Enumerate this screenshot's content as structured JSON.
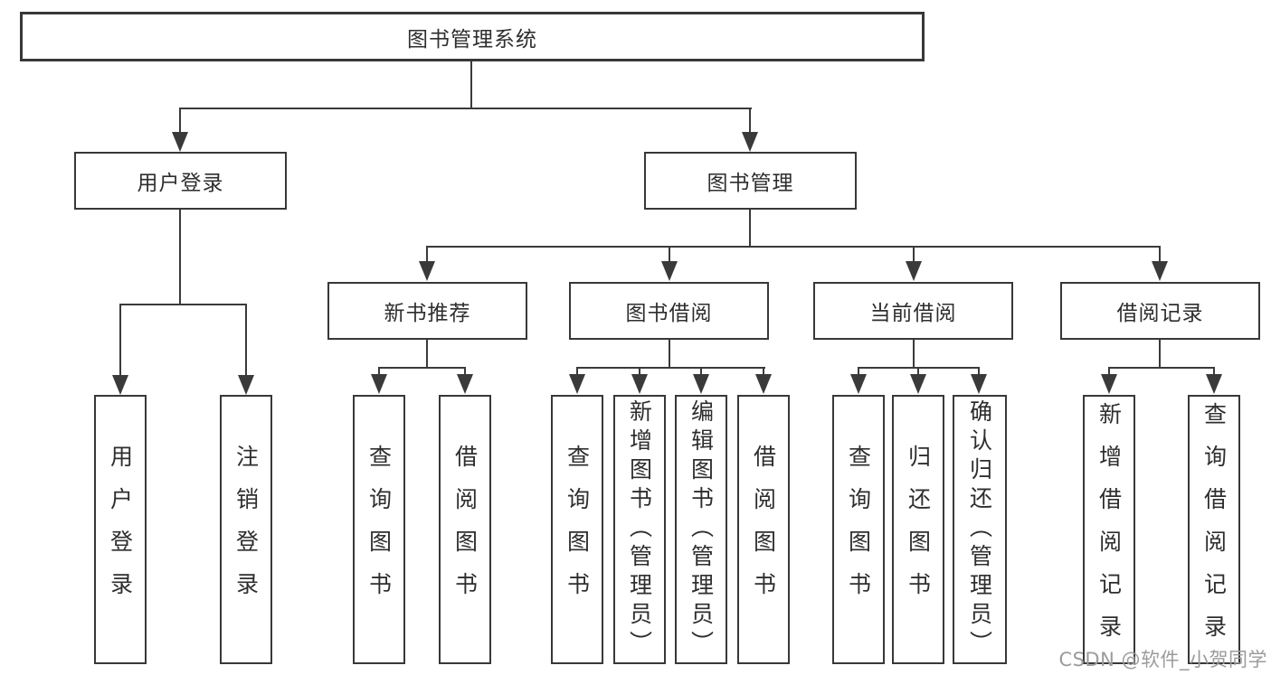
{
  "diagram": {
    "title": "图书管理系统",
    "nodes": {
      "root": {
        "label": "图书管理系统"
      },
      "user_login": {
        "label": "用户登录"
      },
      "book_mgmt": {
        "label": "图书管理"
      },
      "new_book": {
        "label": "新书推荐"
      },
      "book_borrow": {
        "label": "图书借阅"
      },
      "current_borrow": {
        "label": "当前借阅"
      },
      "borrow_record": {
        "label": "借阅记录"
      },
      "leaf_user_login": {
        "label": "用户登录"
      },
      "leaf_logout": {
        "label": "注销登录"
      },
      "leaf_nb_query": {
        "label": "查询图书"
      },
      "leaf_nb_borrow": {
        "label": "借阅图书"
      },
      "leaf_bb_query": {
        "label": "查询图书"
      },
      "leaf_bb_add": {
        "label": "新增图书（管理员）"
      },
      "leaf_bb_edit": {
        "label": "编辑图书（管理员）"
      },
      "leaf_bb_borrow": {
        "label": "借阅图书"
      },
      "leaf_cb_query": {
        "label": "查询图书"
      },
      "leaf_cb_return": {
        "label": "归还图书"
      },
      "leaf_cb_confirm": {
        "label": "确认归还（管理员）"
      },
      "leaf_br_add": {
        "label": "新增借阅记录"
      },
      "leaf_br_query": {
        "label": "查询借阅记录"
      }
    },
    "watermark": "CSDN @软件_小贺同学",
    "colors": {
      "line": "#3a3a3a",
      "border": "#383838",
      "text": "#2e2e2e",
      "watermark": "#9b9b9b",
      "background": "#ffffff"
    }
  }
}
